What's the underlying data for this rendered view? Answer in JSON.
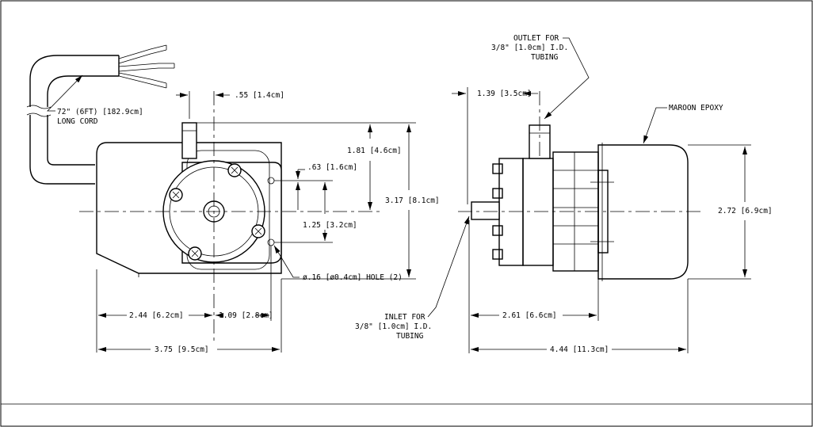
{
  "left_view": {
    "cord_label": [
      "72\" (6FT) [182.9cm]",
      "LONG CORD"
    ],
    "dim_top_offset": ".55 [1.4cm]",
    "dim_height_upper": "1.81 [4.6cm]",
    "dim_height_total": "3.17 [8.1cm]",
    "dim_hole_small": ".63 [1.6cm]",
    "dim_hole_large": "1.25 [3.2cm]",
    "dim_width_left": "2.44 [6.2cm]",
    "dim_width_mid": "1.09 [2.8cm]",
    "dim_width_total": "3.75 [9.5cm]",
    "hole_callout": "ø.16 [ø0.4cm] HOLE (2)"
  },
  "right_view": {
    "outlet_label": [
      "OUTLET FOR",
      "3/8\" [1.0cm] I.D.",
      "TUBING"
    ],
    "inlet_label": [
      "INLET FOR",
      "3/8\" [1.0cm] I.D.",
      "TUBING"
    ],
    "epoxy_label": "MAROON EPOXY",
    "dim_outlet_offset": "1.39 [3.5cm]",
    "dim_height": "2.72 [6.9cm]",
    "dim_width_inner": "2.61 [6.6cm]",
    "dim_width_total": "4.44 [11.3cm]"
  }
}
